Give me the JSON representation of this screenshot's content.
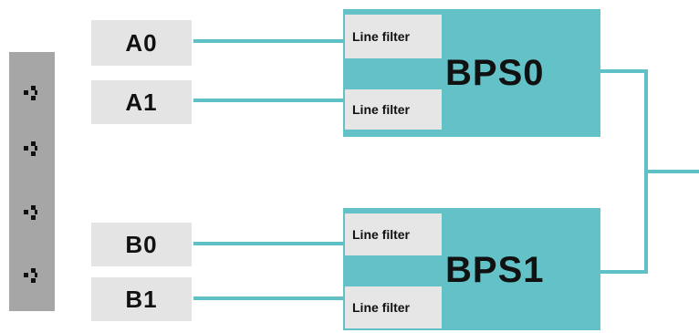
{
  "strip": {
    "sockets": [
      "outlet-1",
      "outlet-2",
      "outlet-3",
      "outlet-4"
    ]
  },
  "feeds": {
    "a0": "A0",
    "a1": "A1",
    "b0": "B0",
    "b1": "B1"
  },
  "supplies": {
    "bps0": {
      "label": "BPS0",
      "filter_top": "Line filter",
      "filter_bottom": "Line filter"
    },
    "bps1": {
      "label": "BPS1",
      "filter_top": "Line filter",
      "filter_bottom": "Line filter"
    }
  },
  "colors": {
    "teal": "#63c2c8",
    "wire": "#5fc0c6",
    "label_box": "#e4e4e4",
    "strip": "#a6a6a6"
  }
}
